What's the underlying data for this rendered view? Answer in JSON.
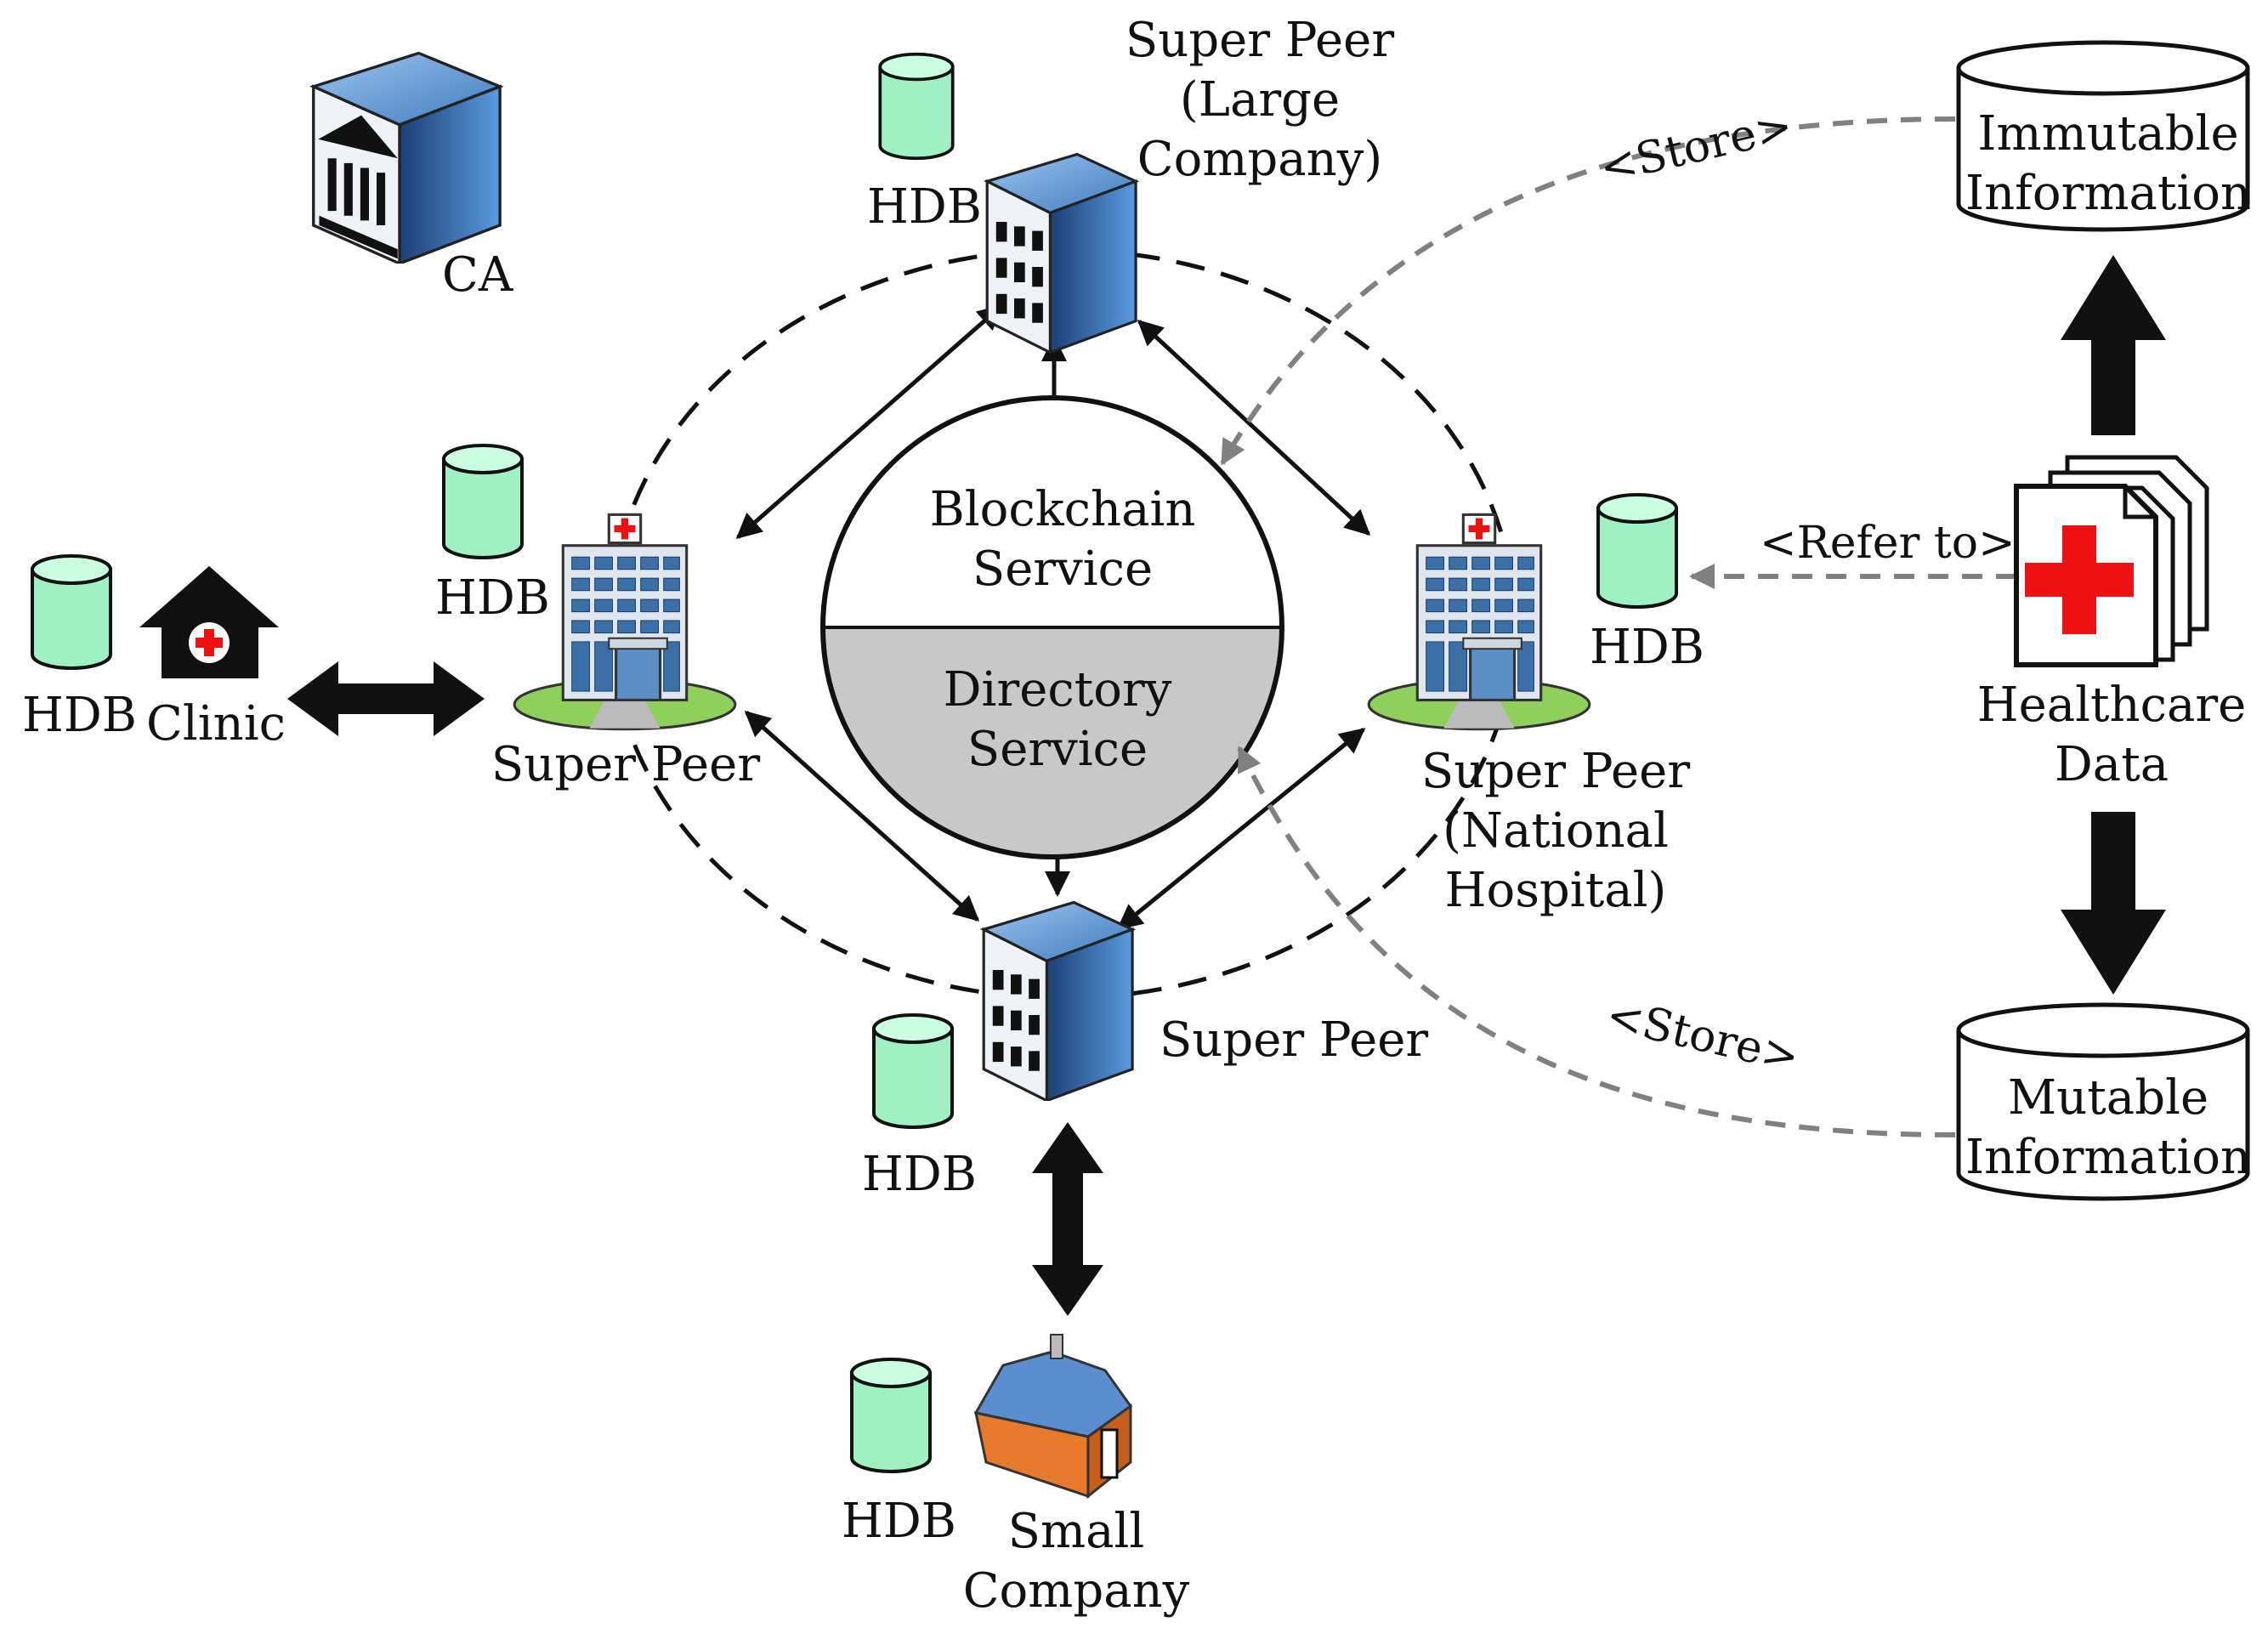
{
  "labels": {
    "ca": "CA",
    "large_company_peer": [
      "Super Peer",
      "(Large",
      "Company)"
    ],
    "left_peer": "Super Peer",
    "right_peer": [
      "Super Peer",
      "(National",
      "Hospital)"
    ],
    "bottom_peer": "Super Peer",
    "clinic": "Clinic",
    "small_company": [
      "Small",
      "Company"
    ],
    "hdb": "HDB",
    "blockchain_service": [
      "Blockchain",
      "Service"
    ],
    "directory_service": [
      "Directory",
      "Service"
    ],
    "immutable_info": [
      "Immutable",
      "Information"
    ],
    "mutable_info": [
      "Mutable",
      "Information"
    ],
    "healthcare_data": [
      "Healthcare",
      "Data"
    ],
    "store_top": "<Store>",
    "store_bottom": "<Store>",
    "refer_to": "<Refer to>"
  },
  "colors": {
    "hdb_fill": "#9ff0c2",
    "directory_fill": "#c8c8c8",
    "medical_cross": "#ee1111",
    "flow_gray": "#808080",
    "server_blue": "#3f7bbf",
    "house_orange": "#e87a2e"
  },
  "icons": {
    "ca": "bank-server-icon",
    "large_company": "server-building-icon",
    "hospital": "hospital-building-icon",
    "clinic": "clinic-house-icon",
    "small_company": "small-house-icon",
    "database": "database-cylinder-icon",
    "document": "medical-documents-icon"
  }
}
